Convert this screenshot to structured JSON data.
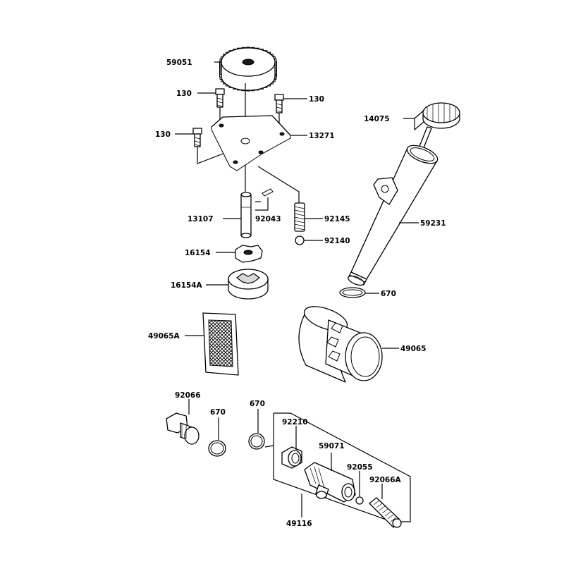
{
  "parts": {
    "p59051": "59051",
    "p130_a": "130",
    "p130_b": "130",
    "p130_c": "130",
    "p13271": "13271",
    "p14075": "14075",
    "p13107": "13107",
    "p92043": "92043",
    "p92145": "92145",
    "p59231": "59231",
    "p92140": "92140",
    "p16154": "16154",
    "p16154A": "16154A",
    "p670_a": "670",
    "p49065A": "49065A",
    "p49065": "49065",
    "p92066": "92066",
    "p670_b": "670",
    "p670_c": "670",
    "p92210": "92210",
    "p59071": "59071",
    "p92055": "92055",
    "p92066A": "92066A",
    "p49116": "49116"
  }
}
